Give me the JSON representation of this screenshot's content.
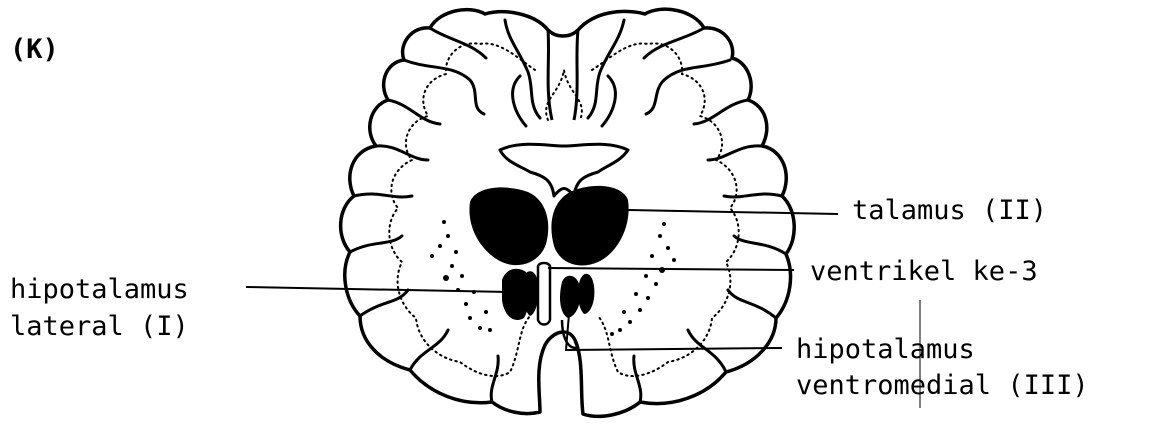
{
  "figure_label": "(K)",
  "labels": {
    "thalamus": "talamus (II)",
    "third_ventricle": "ventrikel ke-3",
    "lateral_hypothalamus": [
      "hipotalamus",
      "lateral (I)"
    ],
    "ventromedial_hypothalamus": [
      "hipotalamus",
      "ventromedial (III)"
    ]
  },
  "colors": {
    "ink": "#000000",
    "paper": "#ffffff"
  }
}
